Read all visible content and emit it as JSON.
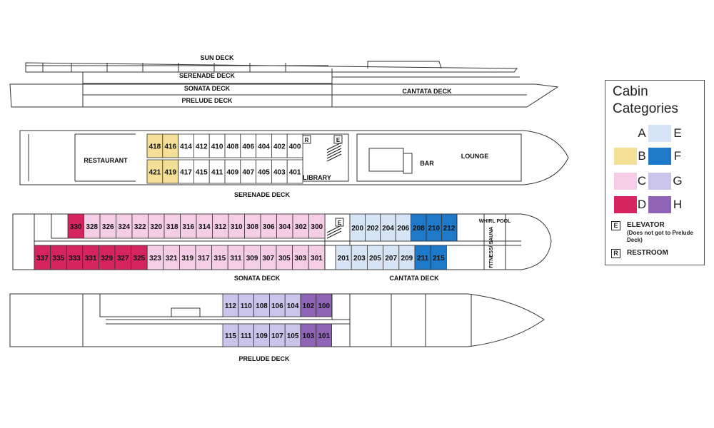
{
  "decks": {
    "sun": "SUN DECK",
    "serenade": "SERENADE DECK",
    "sonata": "SONATA DECK",
    "prelude": "PRELUDE DECK",
    "cantata": "CANTATA DECK"
  },
  "rooms": {
    "restaurant": "RESTAURANT",
    "library": "LIBRARY",
    "bar": "BAR",
    "lounge": "LOUNGE",
    "whirlpool": "WHIRL POOL",
    "fitness": "FITNESS/ SAUNA",
    "elevator_symbol": "E",
    "restroom_symbol": "R"
  },
  "colors": {
    "A": "#ffffff",
    "B": "#f3df95",
    "C": "#f5cde6",
    "D": "#d6245f",
    "E": "#d7e4f5",
    "F": "#1f79c9",
    "G": "#cbc4ea",
    "H": "#8f63b6"
  },
  "cabins": {
    "serenade_top": [
      {
        "n": "418",
        "c": "B"
      },
      {
        "n": "416",
        "c": "B"
      },
      {
        "n": "414",
        "c": "A"
      },
      {
        "n": "412",
        "c": "A"
      },
      {
        "n": "410",
        "c": "A"
      },
      {
        "n": "408",
        "c": "A"
      },
      {
        "n": "406",
        "c": "A"
      },
      {
        "n": "404",
        "c": "A"
      },
      {
        "n": "402",
        "c": "A"
      },
      {
        "n": "400",
        "c": "A"
      }
    ],
    "serenade_bottom": [
      {
        "n": "421",
        "c": "B"
      },
      {
        "n": "419",
        "c": "B"
      },
      {
        "n": "417",
        "c": "A"
      },
      {
        "n": "415",
        "c": "A"
      },
      {
        "n": "411",
        "c": "A"
      },
      {
        "n": "409",
        "c": "A"
      },
      {
        "n": "407",
        "c": "A"
      },
      {
        "n": "405",
        "c": "A"
      },
      {
        "n": "403",
        "c": "A"
      },
      {
        "n": "401",
        "c": "A"
      }
    ],
    "sonata_top": [
      {
        "n": "330",
        "c": "D"
      },
      {
        "n": "328",
        "c": "C"
      },
      {
        "n": "326",
        "c": "C"
      },
      {
        "n": "324",
        "c": "C"
      },
      {
        "n": "322",
        "c": "C"
      },
      {
        "n": "320",
        "c": "C"
      },
      {
        "n": "318",
        "c": "C"
      },
      {
        "n": "316",
        "c": "C"
      },
      {
        "n": "314",
        "c": "C"
      },
      {
        "n": "312",
        "c": "C"
      },
      {
        "n": "310",
        "c": "C"
      },
      {
        "n": "308",
        "c": "C"
      },
      {
        "n": "306",
        "c": "C"
      },
      {
        "n": "304",
        "c": "C"
      },
      {
        "n": "302",
        "c": "C"
      },
      {
        "n": "300",
        "c": "C"
      }
    ],
    "sonata_bottom": [
      {
        "n": "337",
        "c": "D"
      },
      {
        "n": "335",
        "c": "D"
      },
      {
        "n": "333",
        "c": "D"
      },
      {
        "n": "331",
        "c": "D"
      },
      {
        "n": "329",
        "c": "D"
      },
      {
        "n": "327",
        "c": "D"
      },
      {
        "n": "325",
        "c": "D"
      },
      {
        "n": "323",
        "c": "C"
      },
      {
        "n": "321",
        "c": "C"
      },
      {
        "n": "319",
        "c": "C"
      },
      {
        "n": "317",
        "c": "C"
      },
      {
        "n": "315",
        "c": "C"
      },
      {
        "n": "311",
        "c": "C"
      },
      {
        "n": "309",
        "c": "C"
      },
      {
        "n": "307",
        "c": "C"
      },
      {
        "n": "305",
        "c": "C"
      },
      {
        "n": "303",
        "c": "C"
      },
      {
        "n": "301",
        "c": "C"
      }
    ],
    "cantata_top": [
      {
        "n": "200",
        "c": "E"
      },
      {
        "n": "202",
        "c": "E"
      },
      {
        "n": "204",
        "c": "E"
      },
      {
        "n": "206",
        "c": "E"
      },
      {
        "n": "208",
        "c": "F"
      },
      {
        "n": "210",
        "c": "F"
      },
      {
        "n": "212",
        "c": "F"
      }
    ],
    "cantata_bottom": [
      {
        "n": "201",
        "c": "E"
      },
      {
        "n": "203",
        "c": "E"
      },
      {
        "n": "205",
        "c": "E"
      },
      {
        "n": "207",
        "c": "E"
      },
      {
        "n": "209",
        "c": "E"
      },
      {
        "n": "211",
        "c": "F"
      },
      {
        "n": "215",
        "c": "F"
      }
    ],
    "prelude_top": [
      {
        "n": "112",
        "c": "G"
      },
      {
        "n": "110",
        "c": "G"
      },
      {
        "n": "108",
        "c": "G"
      },
      {
        "n": "106",
        "c": "G"
      },
      {
        "n": "104",
        "c": "G"
      },
      {
        "n": "102",
        "c": "H"
      },
      {
        "n": "100",
        "c": "H"
      }
    ],
    "prelude_bottom": [
      {
        "n": "115",
        "c": "G"
      },
      {
        "n": "111",
        "c": "G"
      },
      {
        "n": "109",
        "c": "G"
      },
      {
        "n": "107",
        "c": "G"
      },
      {
        "n": "105",
        "c": "G"
      },
      {
        "n": "103",
        "c": "H"
      },
      {
        "n": "101",
        "c": "H"
      }
    ]
  },
  "legend": {
    "title": "Cabin\nCategories",
    "categories": [
      {
        "letter": "A",
        "color": "#ffffff"
      },
      {
        "letter": "E",
        "color": "#d7e4f5"
      },
      {
        "letter": "B",
        "color": "#f3df95"
      },
      {
        "letter": "F",
        "color": "#1f79c9"
      },
      {
        "letter": "C",
        "color": "#f5cde6"
      },
      {
        "letter": "G",
        "color": "#cbc4ea"
      },
      {
        "letter": "D",
        "color": "#d6245f"
      },
      {
        "letter": "H",
        "color": "#8f63b6"
      }
    ],
    "elevator_symbol": "E",
    "elevator_label": "ELEVATOR",
    "elevator_note": "(Does not got to Prelude Deck)",
    "restroom_symbol": "R",
    "restroom_label": "RESTROOM"
  }
}
